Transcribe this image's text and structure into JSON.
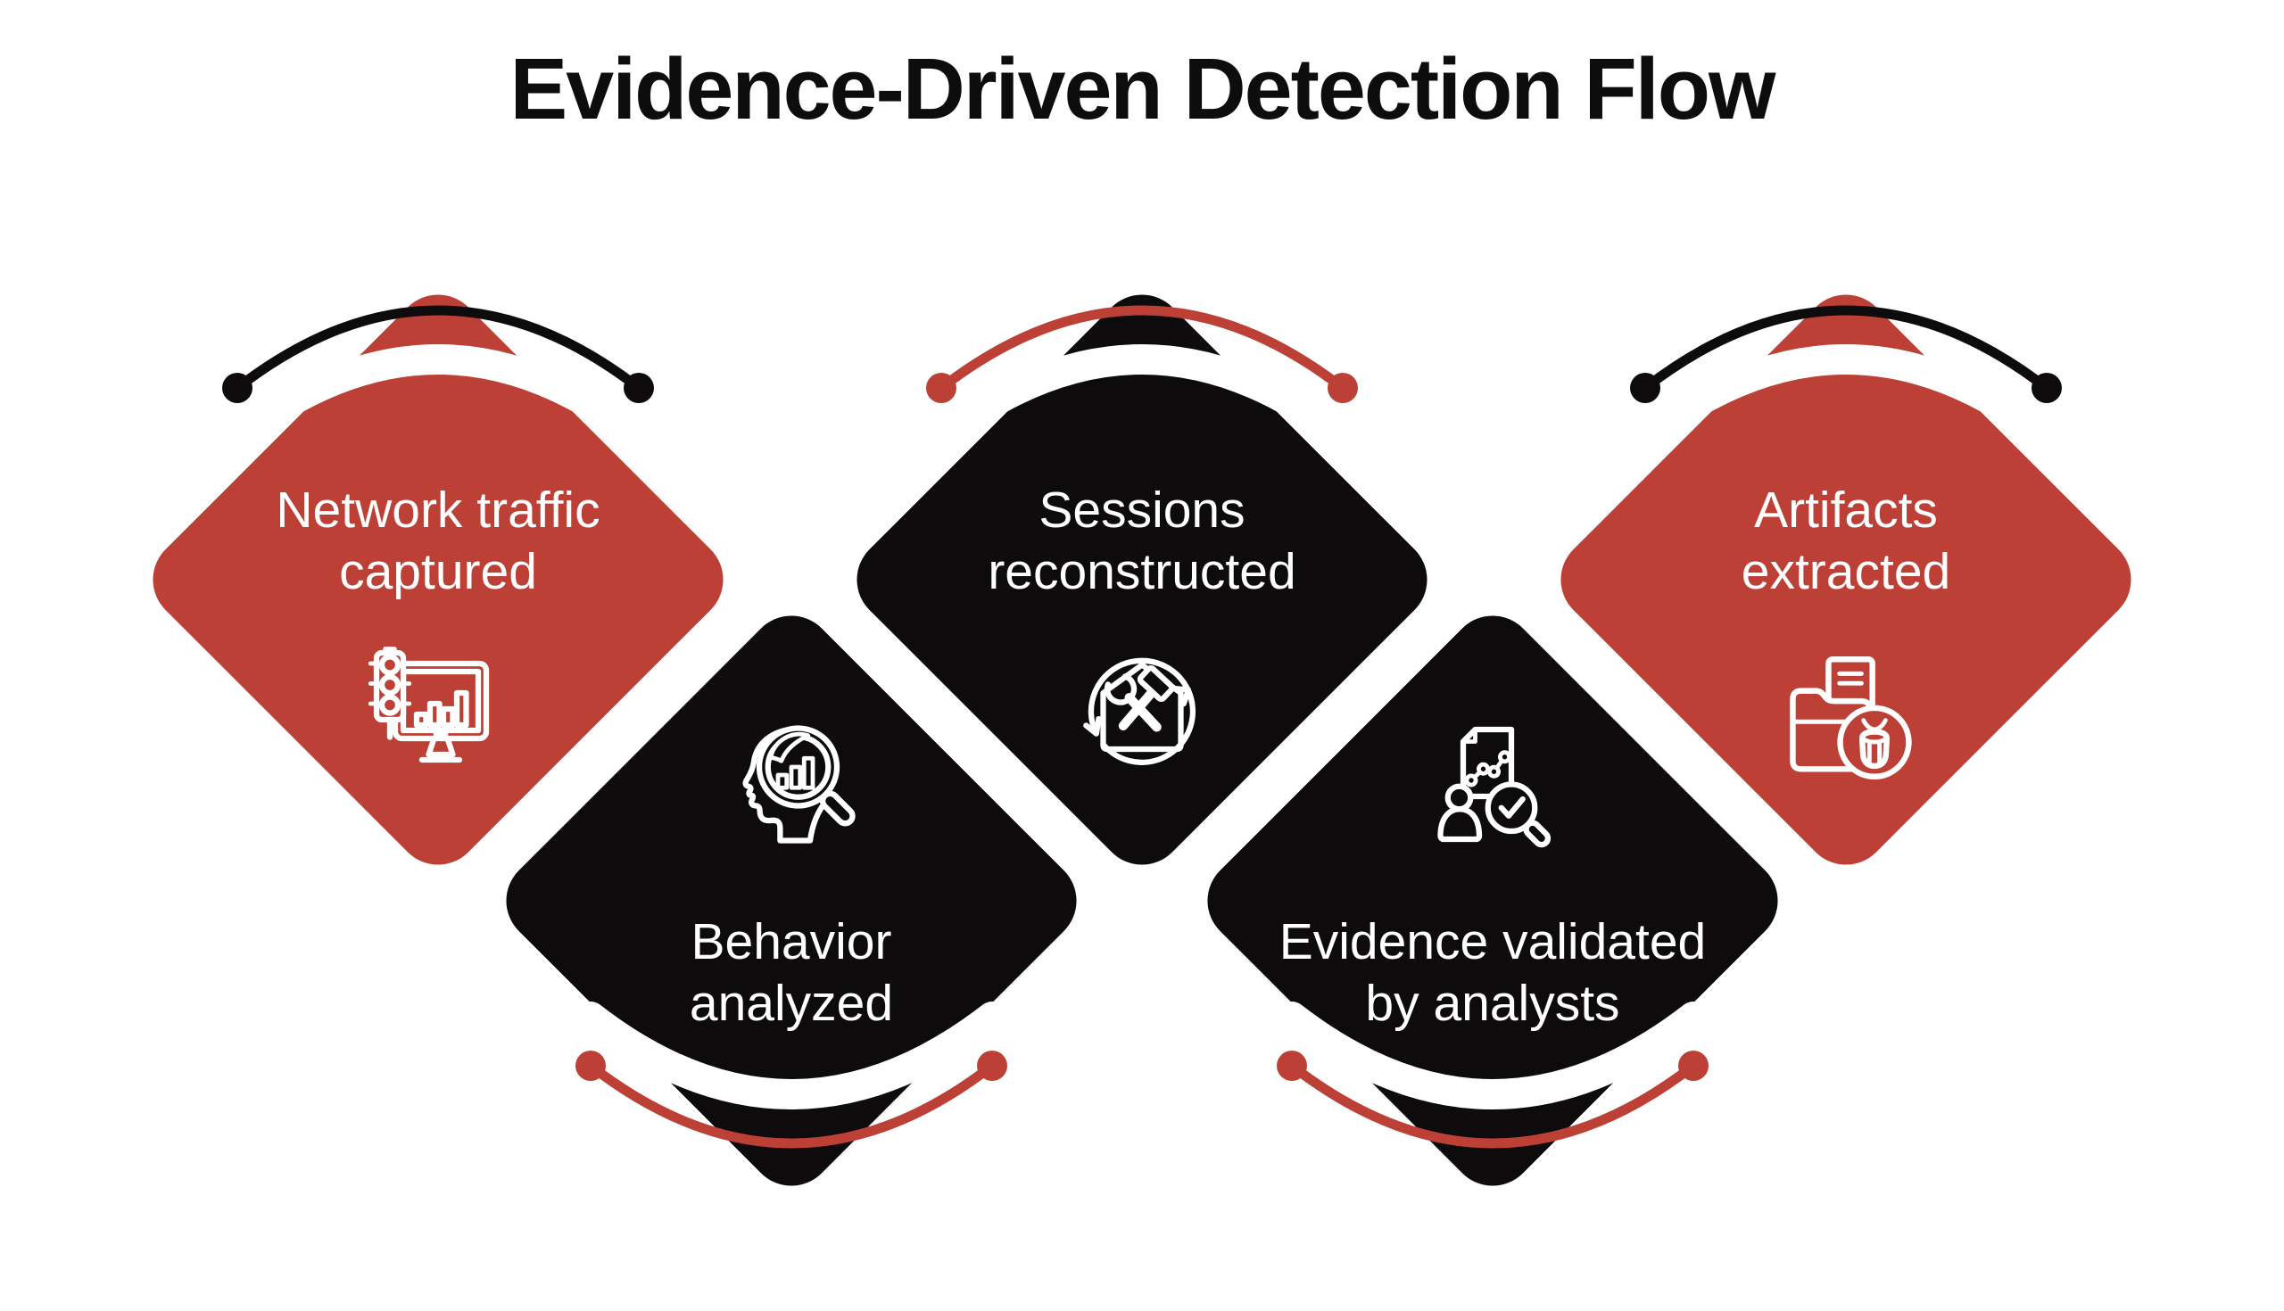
{
  "title": "Evidence-Driven Detection Flow",
  "colors": {
    "red": "#bc4036",
    "black": "#0e0b0c",
    "background": "#ffffff",
    "title_color": "#0d0d0d",
    "label_color": "#ffffff"
  },
  "steps": [
    {
      "label": "Network traffic captured",
      "label_lines": [
        "Network traffic",
        "captured"
      ],
      "shape_color": "red",
      "arc_color": "black",
      "row": "top",
      "icon": "traffic-light-monitor-icon"
    },
    {
      "label": "Behavior analyzed",
      "label_lines": [
        "Behavior",
        "analyzed"
      ],
      "shape_color": "black",
      "arc_color": "red",
      "row": "bottom",
      "icon": "head-analysis-magnifier-icon"
    },
    {
      "label": "Sessions reconstructed",
      "label_lines": [
        "Sessions",
        "reconstructed"
      ],
      "shape_color": "black",
      "arc_color": "red",
      "row": "top",
      "icon": "house-tools-cycle-icon"
    },
    {
      "label": "Evidence validated by analysts",
      "label_lines": [
        "Evidence validated",
        "by analysts"
      ],
      "shape_color": "black",
      "arc_color": "red",
      "row": "bottom",
      "icon": "analyst-report-check-icon"
    },
    {
      "label": "Artifacts extracted",
      "label_lines": [
        "Artifacts",
        "extracted"
      ],
      "shape_color": "red",
      "arc_color": "black",
      "row": "top",
      "icon": "folder-malware-bug-icon"
    }
  ]
}
